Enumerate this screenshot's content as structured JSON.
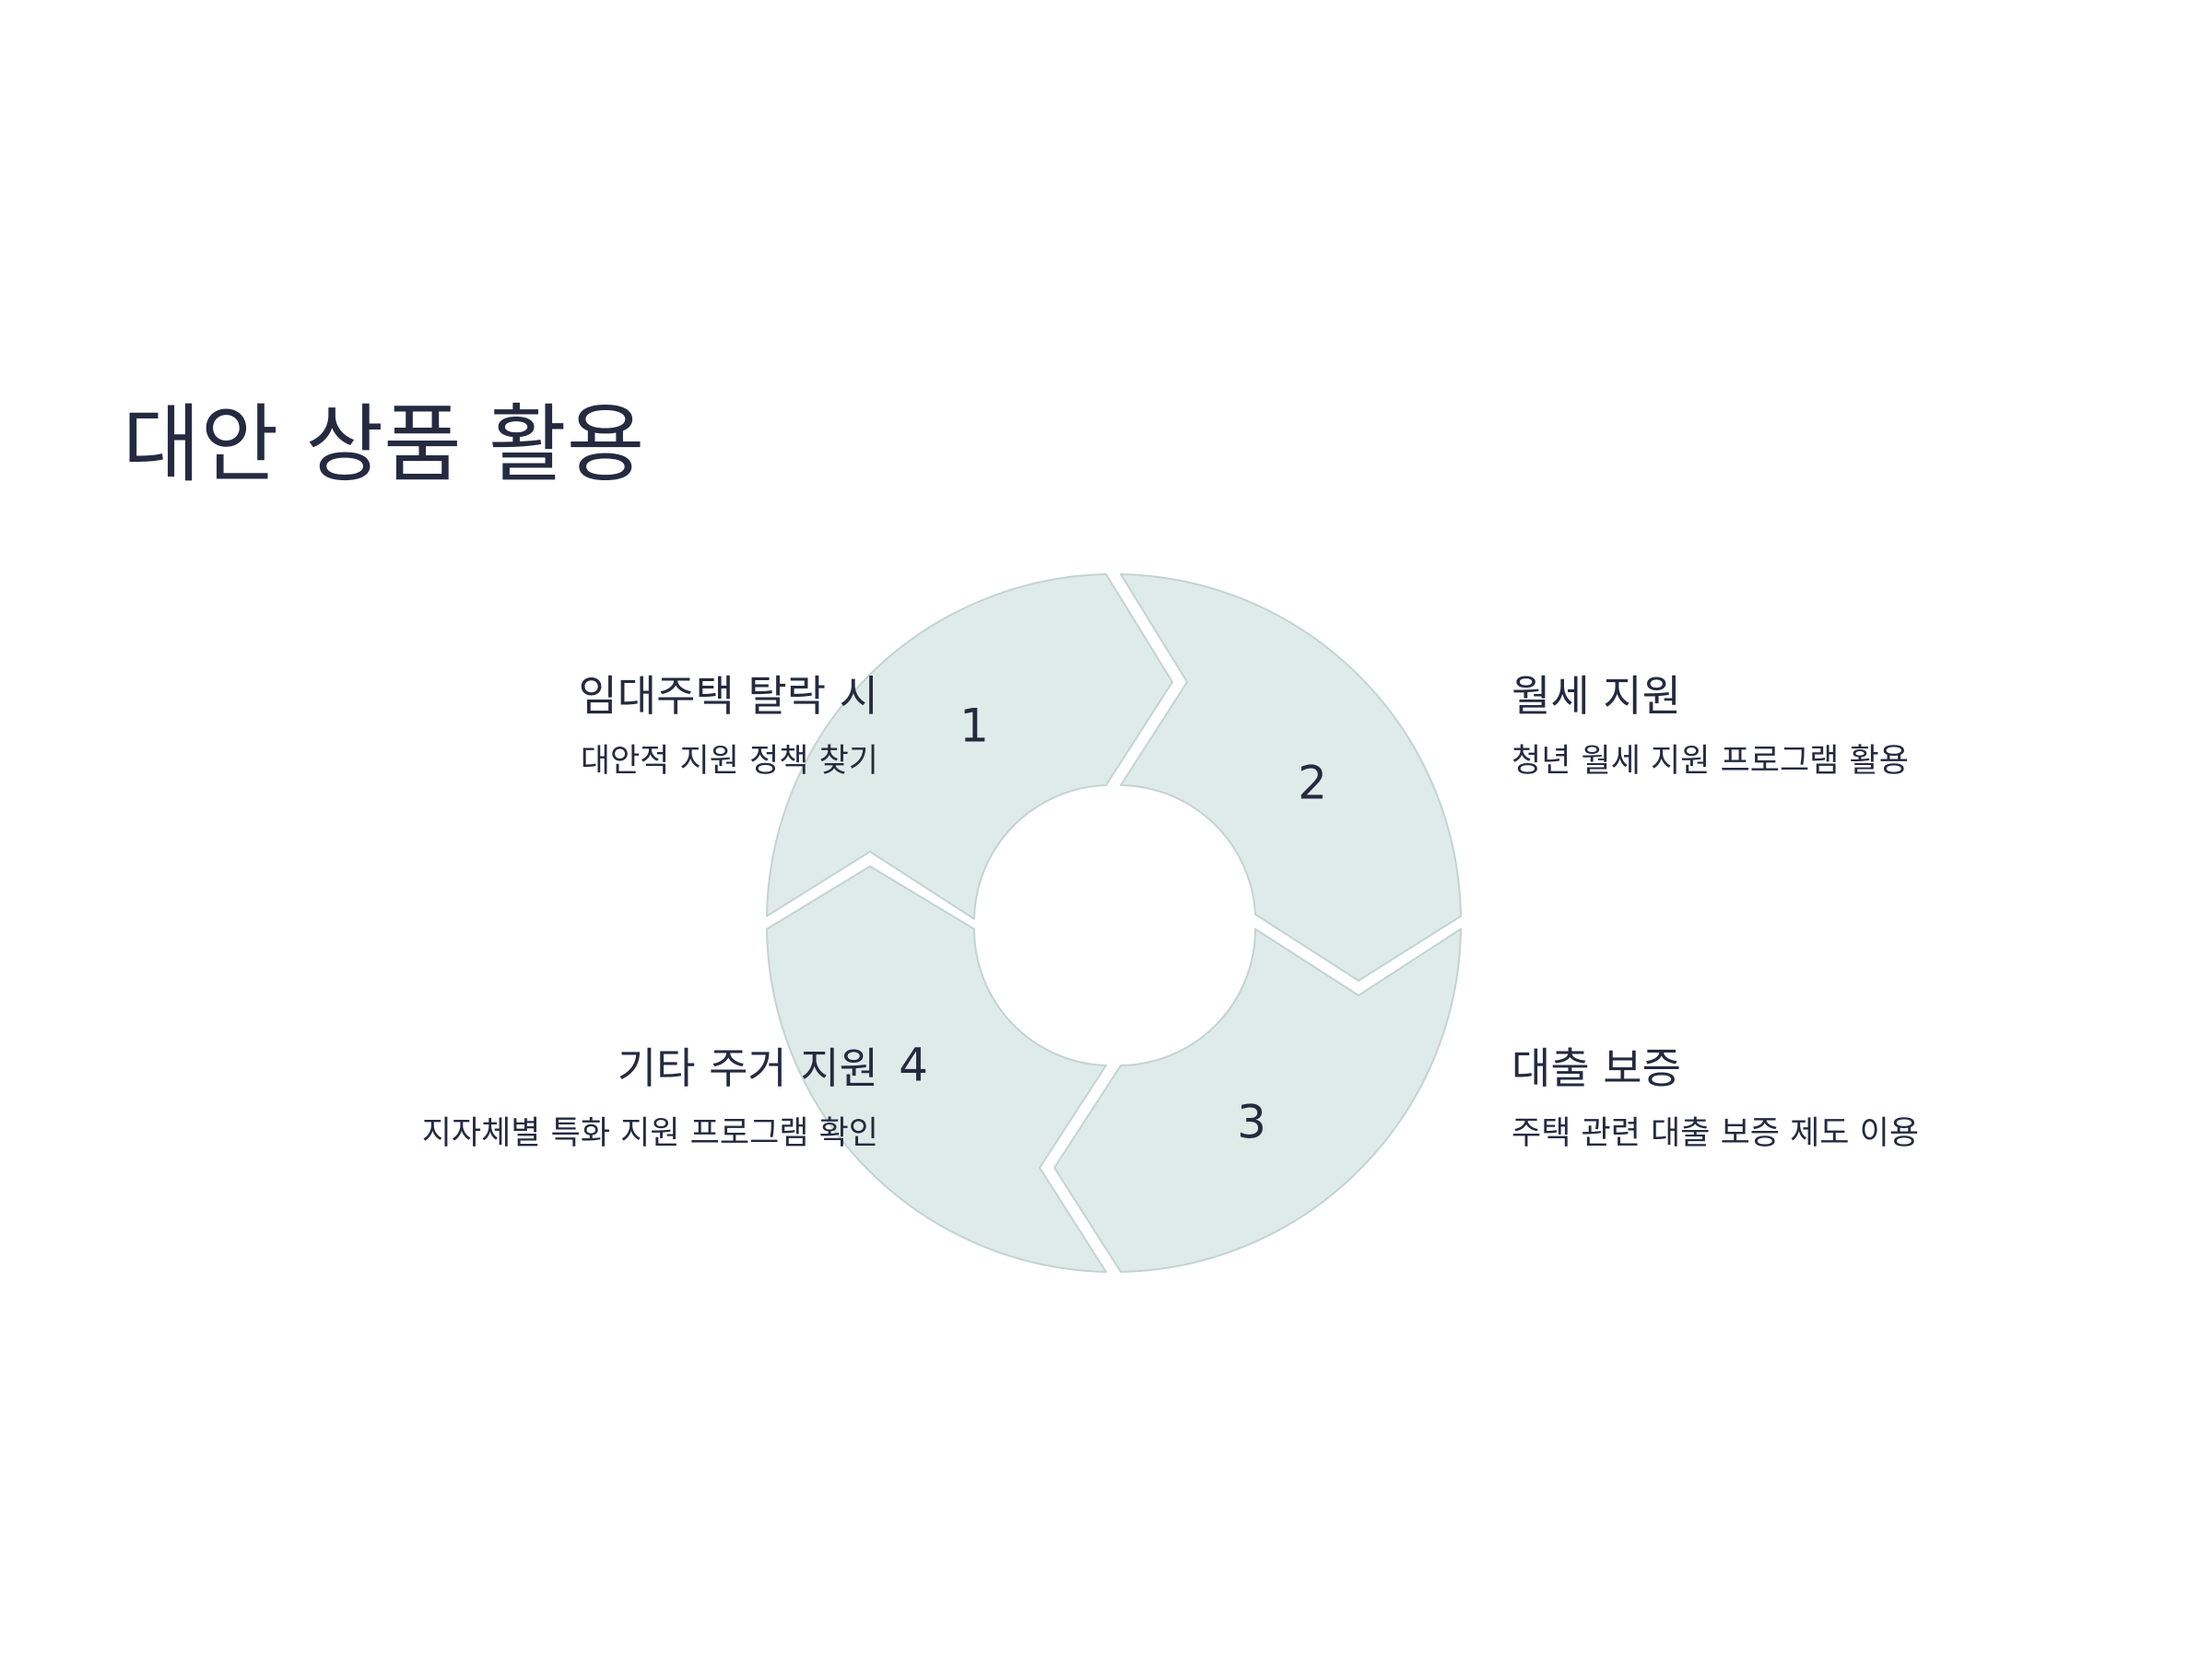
{
  "title": "대안 상품 활용",
  "colors": {
    "segment_fill": "#dfebe8",
    "segment_stroke": "#c3d4d0",
    "text": "#252a40",
    "background": "#ffffff"
  },
  "cycle": {
    "steps": [
      {
        "number": "1",
        "title": "임대주택 탈락 시",
        "description": "대안적 지원 정책 찾기"
      },
      {
        "number": "2",
        "title": "월세 지원",
        "description": "청년 월세 지원 프로그램 활용"
      },
      {
        "number": "3",
        "title": "대출 보증",
        "description": "주택 관련 대출 보증 제도 이용"
      },
      {
        "number": "4",
        "title": "기타 주거 지원",
        "description": "지자체별 특화 지원 프로그램 확인"
      }
    ]
  }
}
